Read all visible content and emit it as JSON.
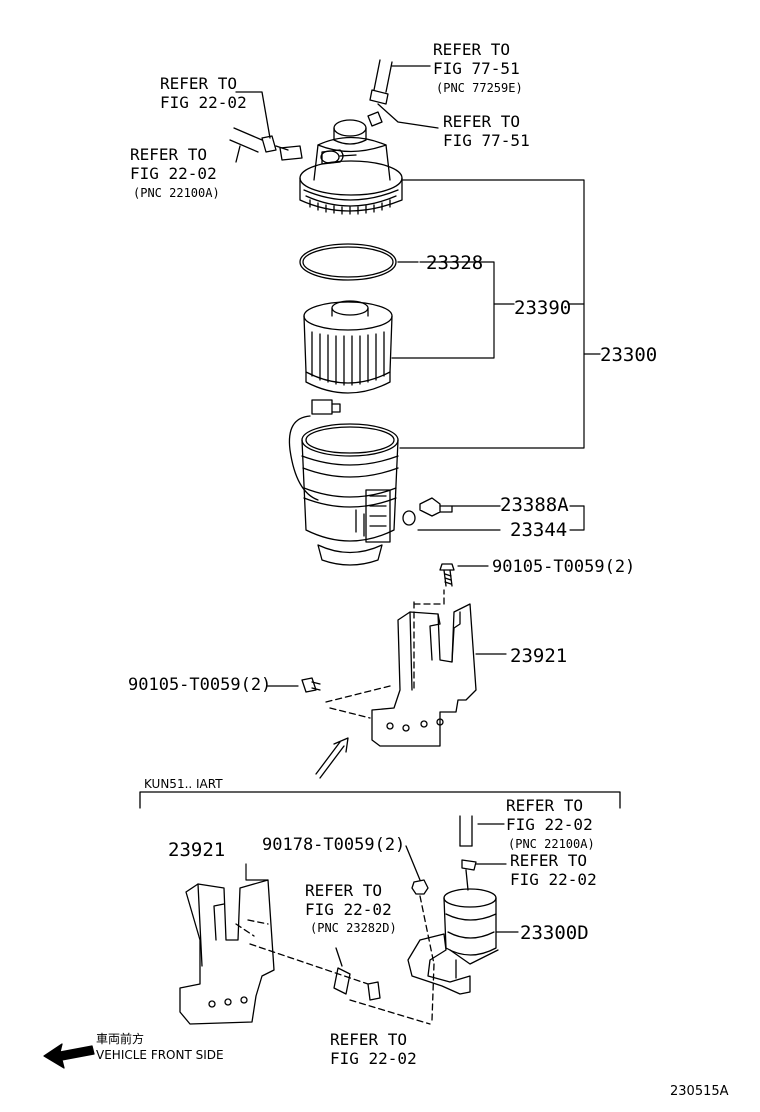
{
  "refs": {
    "top_right": {
      "line1": "REFER TO",
      "line2": "FIG 77-51",
      "line3": "(PNC 77259E)"
    },
    "top_left": {
      "line1": "REFER TO",
      "line2": "FIG 22-02"
    },
    "mid_right": {
      "line1": "REFER TO",
      "line2": "FIG 77-51"
    },
    "mid_left": {
      "line1": "REFER TO",
      "line2": "FIG 22-02",
      "line3": "(PNC 22100A)"
    },
    "lower_top_right": {
      "line1": "REFER TO",
      "line2": "FIG 22-02",
      "line3": "(PNC 22100A)"
    },
    "lower_mid_right": {
      "line1": "REFER TO",
      "line2": "FIG 22-02"
    },
    "lower_center": {
      "line1": "REFER TO",
      "line2": "FIG 22-02",
      "line3": "(PNC 23282D)"
    },
    "lower_bottom": {
      "line1": "REFER TO",
      "line2": "FIG 22-02"
    }
  },
  "parts": {
    "p23328": "23328",
    "p23390": "23390",
    "p23300": "23300",
    "p23388A": "23388A",
    "p23344": "23344",
    "bolt_right": "90105-T0059(2)",
    "p23921": "23921",
    "bolt_left": "90105-T0059(2)",
    "section_label": "KUN51.. IART",
    "lower_23921": "23921",
    "nut": "90178-T0059(2)",
    "p23300D": "23300D"
  },
  "legend": {
    "jp": "車両前方",
    "en": "VEHICLE FRONT SIDE"
  },
  "figure_id": "230515A"
}
